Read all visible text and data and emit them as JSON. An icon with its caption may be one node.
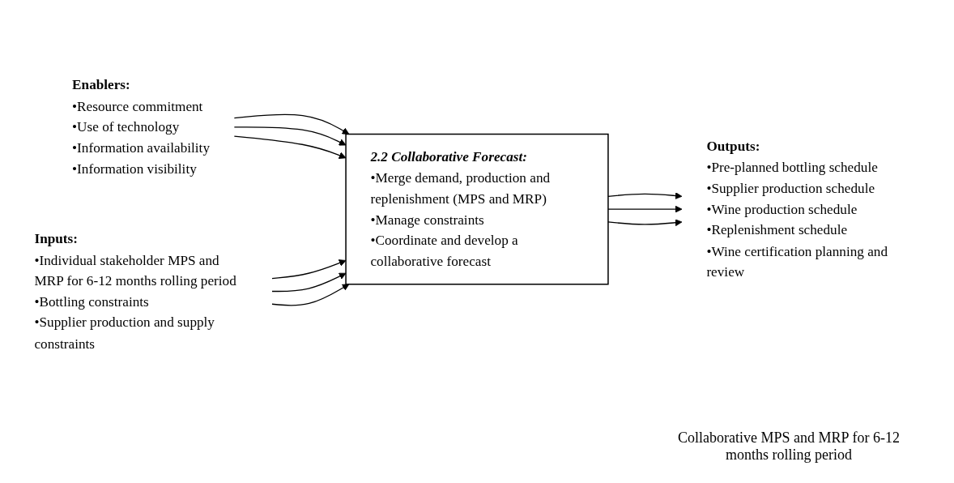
{
  "diagram": {
    "nodes": [
      {
        "text": [
          "Enablers:",
          "•Resource commitment",
          "•Use of technology",
          "•Information availability",
          "•Information visibility"
        ]
      },
      {
        "text": [
          "Inputs:",
          "•Individual stakeholder MPS and MRP for 6-12 months rolling period",
          "•Bottling constraints",
          "•Supplier production and supply constraints"
        ]
      },
      {
        "text": [
          "2.2 Collaborative Forecast:",
          "•Merge demand, production and replenishment (MPS and MRP)",
          "•Manage constraints",
          "•Coordinate and develop a collaborative forecast"
        ]
      },
      {
        "text": [
          "Outputs:",
          "•Pre-planned bottling schedule",
          "•Supplier production schedule",
          "•Wine production schedule",
          "•Replenishment schedule",
          "•Wine certification planning and review"
        ]
      }
    ],
    "edges": [
      {
        "from": 0,
        "to": 2,
        "arrow": "to"
      },
      {
        "from": 0,
        "to": 2,
        "arrow": "to"
      },
      {
        "from": 0,
        "to": 2,
        "arrow": "to"
      },
      {
        "from": 1,
        "to": 2,
        "arrow": "to"
      },
      {
        "from": 1,
        "to": 2,
        "arrow": "to"
      },
      {
        "from": 1,
        "to": 2,
        "arrow": "to"
      },
      {
        "from": 2,
        "to": 3,
        "arrow": "to"
      },
      {
        "from": 2,
        "to": 3,
        "arrow": "to"
      },
      {
        "from": 2,
        "to": 3,
        "arrow": "to"
      }
    ],
    "labels": [
      "Collaborative MPS and MRP for 6-12 months rolling period"
    ]
  }
}
